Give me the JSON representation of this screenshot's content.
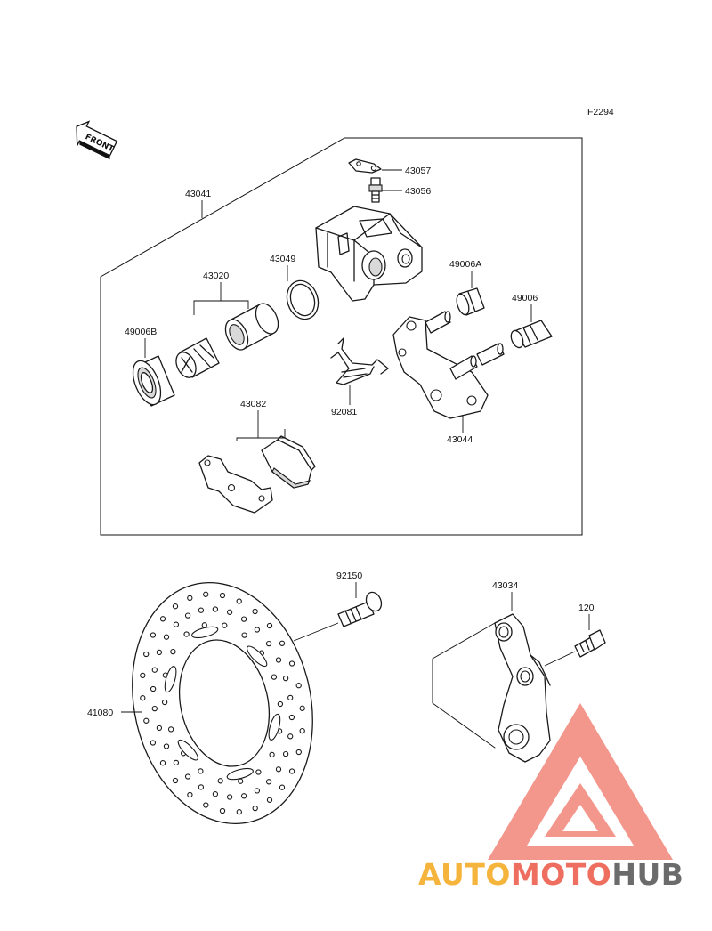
{
  "figure_code": "F2294",
  "front_label": "FRONT",
  "parts": {
    "p43041": "43041",
    "p43057": "43057",
    "p43056": "43056",
    "p43049": "43049",
    "p43020": "43020",
    "p49006A": "49006A",
    "p49006": "49006",
    "p49006B": "49006B",
    "p92081": "92081",
    "p43044": "43044",
    "p43082": "43082",
    "p92150": "92150",
    "p43034": "43034",
    "p120": "120",
    "p41080": "41080"
  },
  "watermark": {
    "part1": "AUTO",
    "part2": "MOTO",
    "part3": "HUB",
    "color_auto": "#f5b43c",
    "color_moto": "#ee6f5f",
    "color_hub": "#6b6b6b"
  }
}
